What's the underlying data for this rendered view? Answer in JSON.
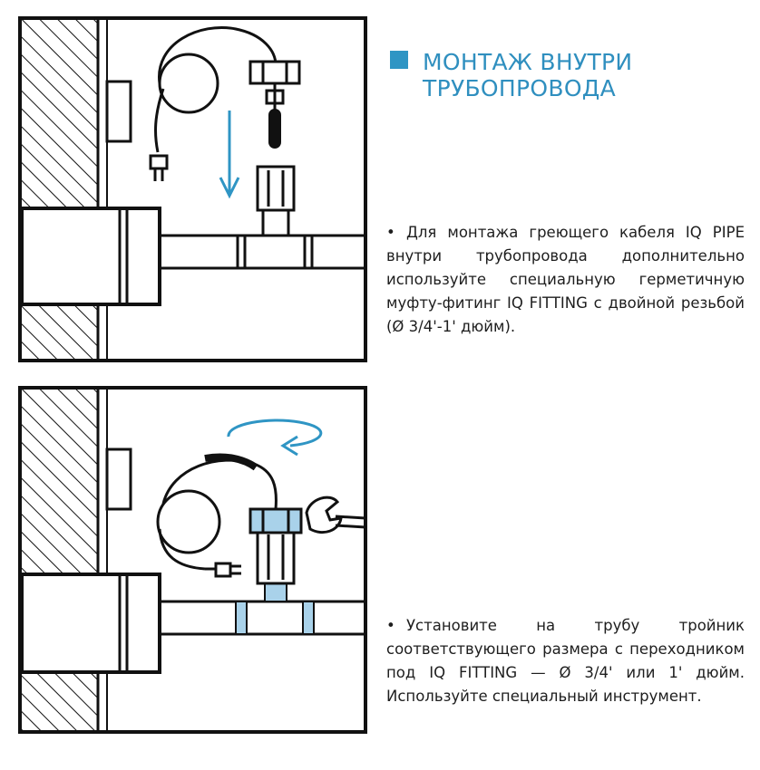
{
  "heading": {
    "title": "МОНТАЖ ВНУТРИ ТРУБОПРОВОДА",
    "marker_color": "#2f95c4"
  },
  "notes": [
    {
      "bullet": "•",
      "text": "Для монтажа греющего кабеля IQ PIPE внутри трубопровода дополнительно используйте специальную герметичную муфту-фитинг IQ FITTING с двойной резьбой (Ø 3/4'-1' дюйм)."
    },
    {
      "bullet": "•",
      "text": "Установите на трубу тройник соответствующего размера с переходником под IQ FITTING — Ø 3/4' или 1' дюйм. Используйте специальный инструмент."
    }
  ],
  "colors": {
    "accent_blue": "#2f95c4",
    "fitting_fill": "#a9d2ea",
    "line": "#111111"
  },
  "icons": {
    "arrow_down": "down-arrow-icon",
    "rotate": "rotate-arrow-icon",
    "wrench": "wrench-icon",
    "plug": "plug-icon"
  }
}
